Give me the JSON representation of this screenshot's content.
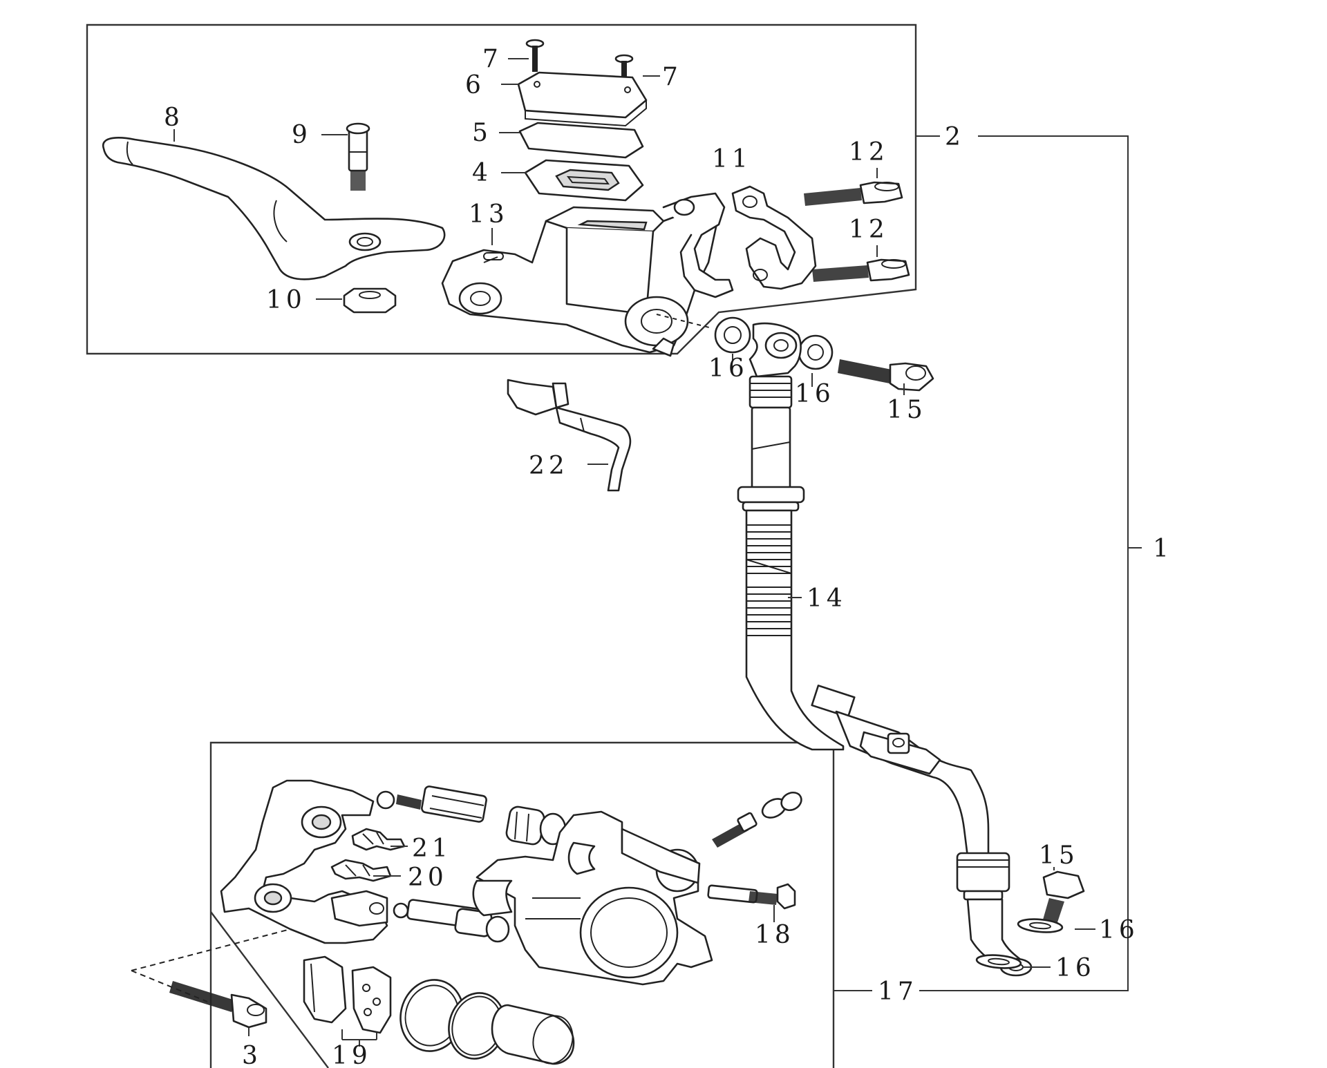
{
  "callouts": {
    "p1": "1",
    "p2": "2",
    "p3": "3",
    "p4": "4",
    "p5": "5",
    "p6": "6",
    "p7a": "7",
    "p7b": "7",
    "p8": "8",
    "p9": "9",
    "p10": "10",
    "p11": "11",
    "p12a": "12",
    "p12b": "12",
    "p13": "13",
    "p14": "14",
    "p15a": "15",
    "p15b": "15",
    "p16a": "16",
    "p16b": "16",
    "p16c": "16",
    "p16d": "16",
    "p17": "17",
    "p18": "18",
    "p19": "19",
    "p20": "20",
    "p21": "21",
    "p22": "22"
  }
}
